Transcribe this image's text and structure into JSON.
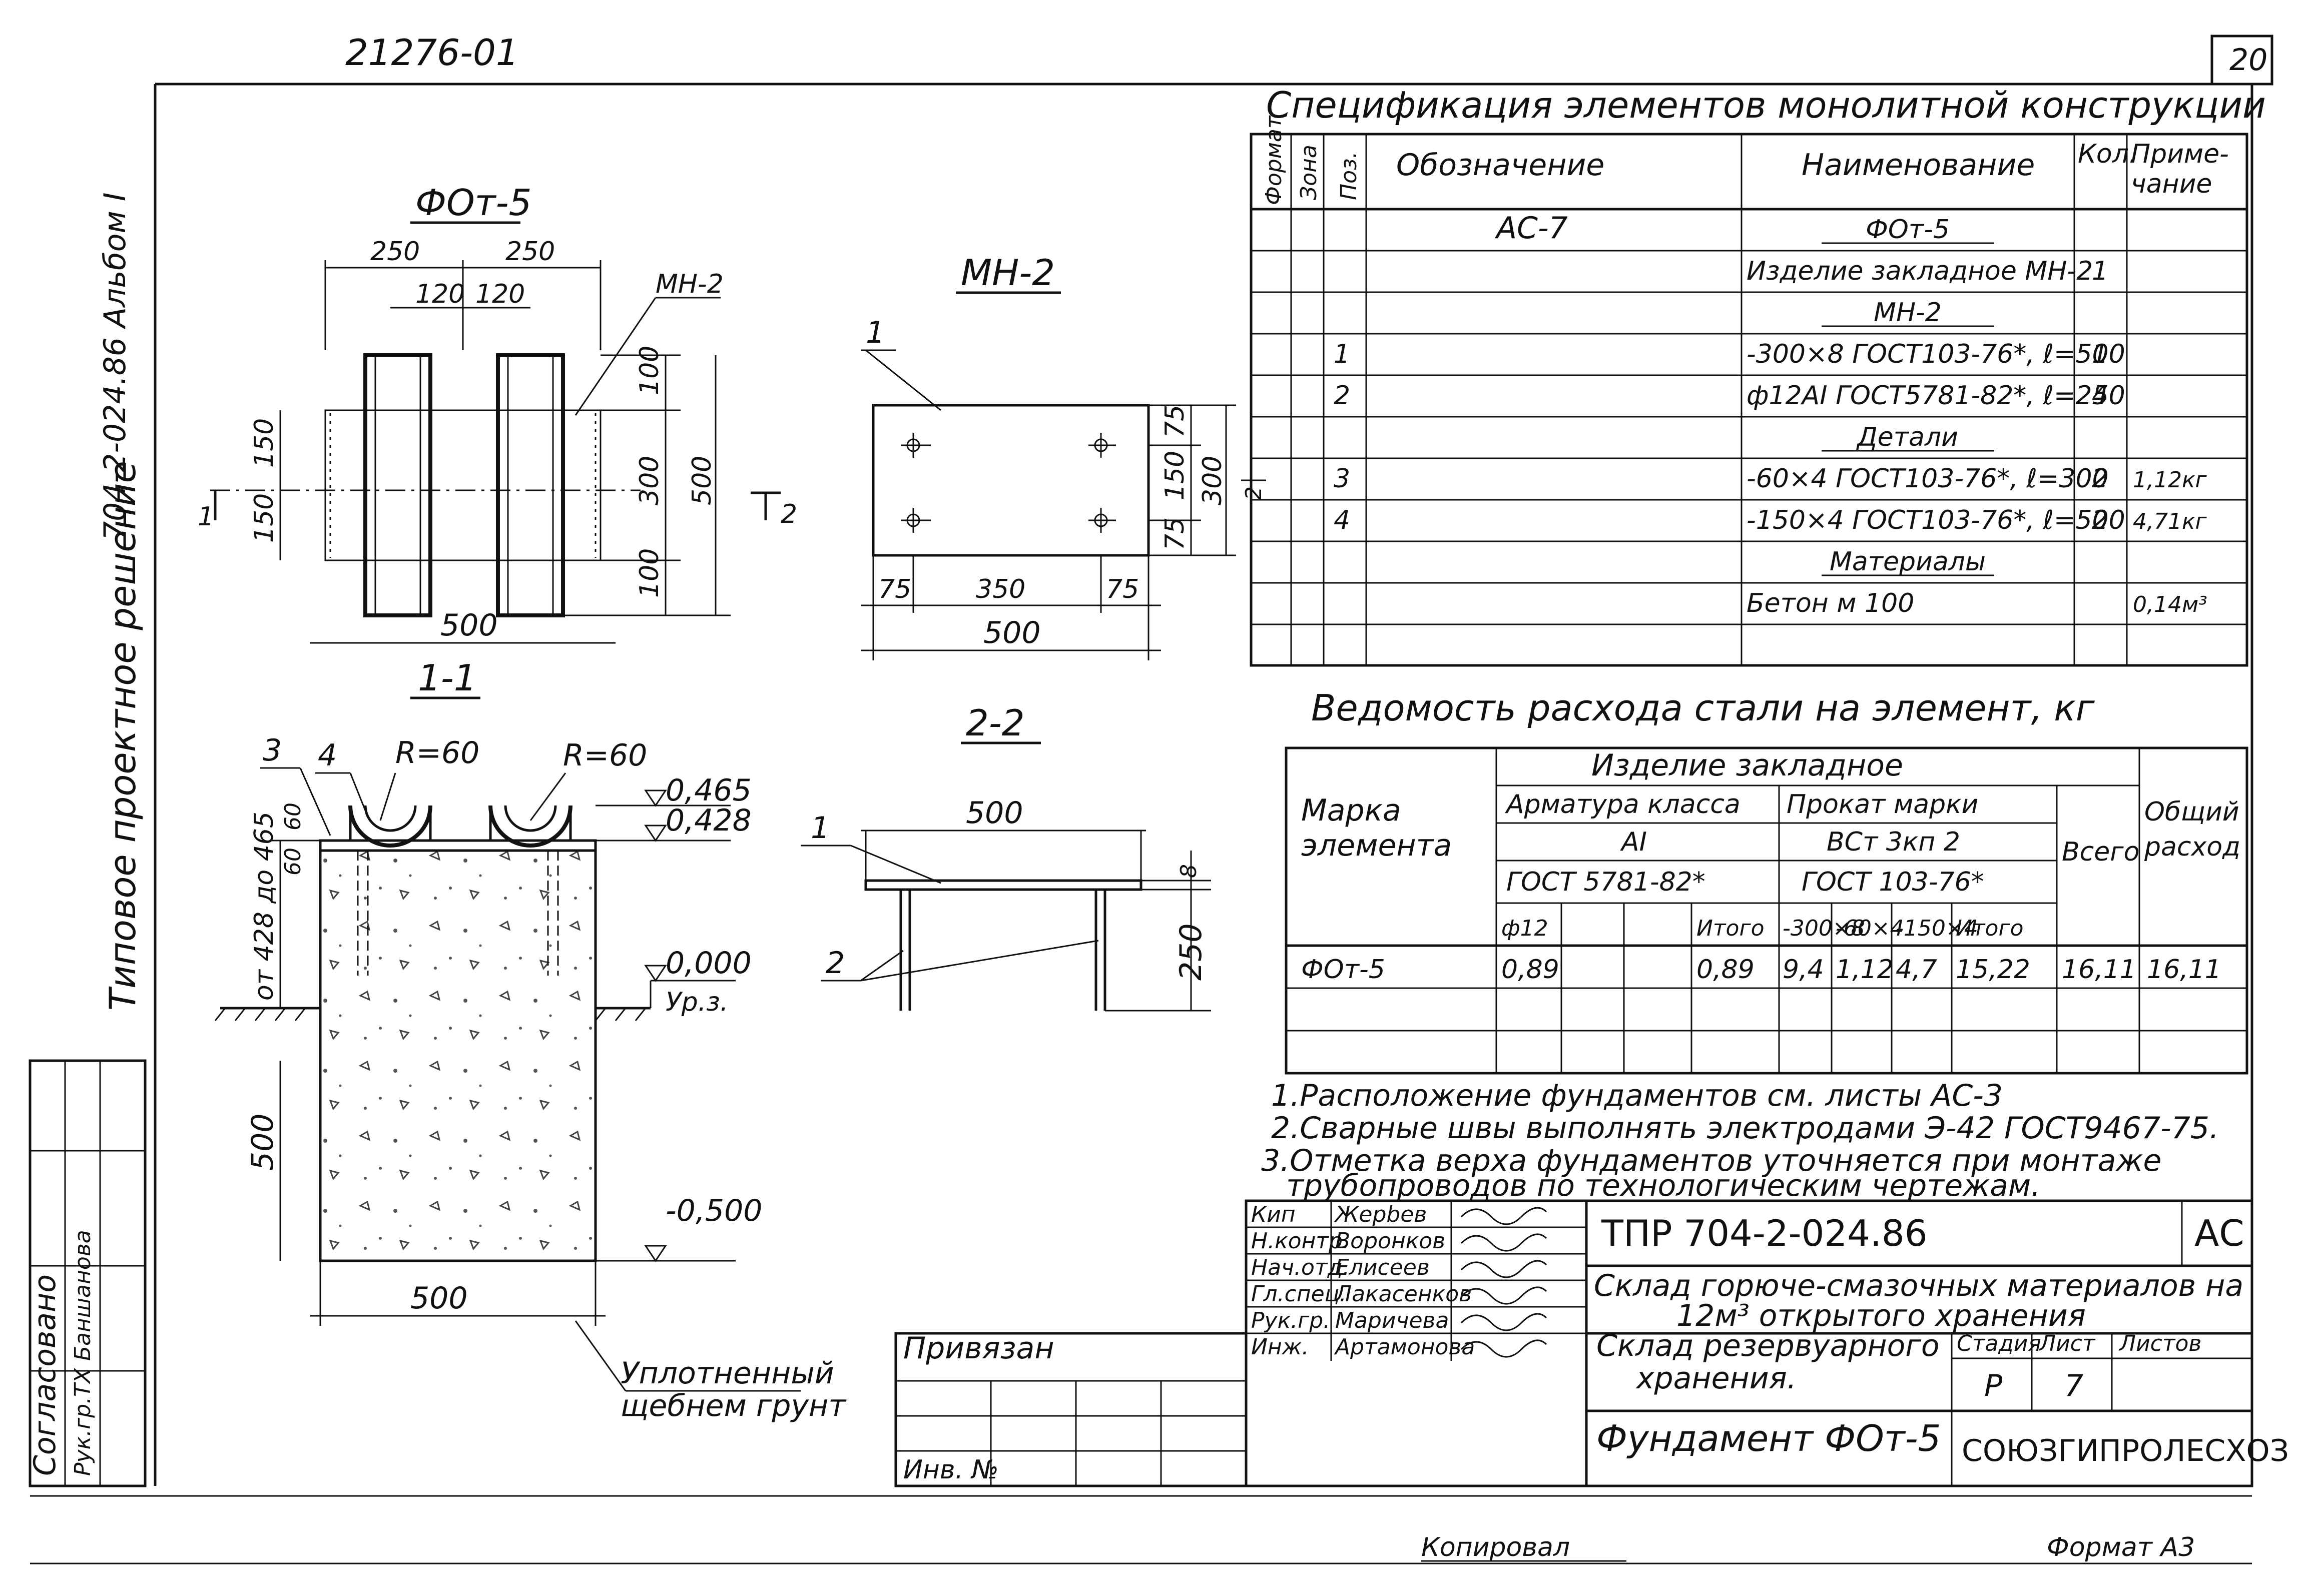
{
  "header": {
    "doc_code_top": "21276-01",
    "sheet_number": "20",
    "album_side": "704-2-024.86   Альбом I",
    "series_side": "Типовое проектное решение"
  },
  "plan_view": {
    "title": "ФОт-5",
    "dims": {
      "top_left": "250",
      "top_right": "250",
      "inner_left": "120",
      "inner_right": "120",
      "left_upper": "150",
      "left_lower": "150",
      "right_top": "100",
      "right_mid": "300",
      "right_bottom": "100",
      "overall_right": "500",
      "bottom": "500"
    },
    "leader_label": "МН-2",
    "section_mark": "1"
  },
  "section_marks": {
    "mark_2": "2"
  },
  "embedded_plate": {
    "title": "МН-2",
    "leader": "1",
    "dims": {
      "right_upper": "75",
      "right_mid": "150",
      "right_lower": "75",
      "right_total": "300",
      "bottom_left": "75",
      "bottom_mid": "350",
      "bottom_right": "75",
      "bottom_total": "500",
      "side_mark": "2"
    }
  },
  "section_1_1": {
    "title": "1-1",
    "leaders": {
      "pos3": "3",
      "pos4": "4",
      "r1": "R=60",
      "r2": "R=60"
    },
    "elevations": {
      "top1": "0,465",
      "top2": "0,428",
      "zero": "0,000",
      "zero_note": "Ур.з.",
      "bottom": "-0,500"
    },
    "left_dims": {
      "range": "от 428 до 465",
      "small": "60",
      "small2": "60",
      "height": "500"
    },
    "bottom_dim": "500",
    "soil_label_1": "Уплотненный",
    "soil_label_2": "щебнем грунт"
  },
  "section_2_2": {
    "title": "2-2",
    "top_dim": "500",
    "plate_thickness": "8",
    "height": "250",
    "leader1": "1",
    "leader2": "2"
  },
  "spec_table": {
    "title": "Спецификация элементов монолитной конструкции",
    "headers": [
      "Формат",
      "Зона",
      "Поз.",
      "Обозначение",
      "Наименование",
      "Кол.",
      "Приме-\nчание"
    ],
    "rows": [
      {
        "pos": "",
        "designation": "АС-7",
        "name": "ФОт-5",
        "qty": "",
        "note": "",
        "underline": true
      },
      {
        "pos": "",
        "designation": "",
        "name": "Изделие закладное МН-2",
        "qty": "1",
        "note": ""
      },
      {
        "pos": "",
        "designation": "",
        "name": "МН-2",
        "qty": "",
        "note": "",
        "underline": true
      },
      {
        "pos": "1",
        "designation": "",
        "name": "-300×8 ГОСТ103-76*, ℓ=500",
        "qty": "1",
        "note": ""
      },
      {
        "pos": "2",
        "designation": "",
        "name": "ф12АI ГОСТ5781-82*, ℓ=250",
        "qty": "4",
        "note": ""
      },
      {
        "pos": "",
        "designation": "",
        "name": "Детали",
        "qty": "",
        "note": "",
        "underline": true
      },
      {
        "pos": "3",
        "designation": "",
        "name": "-60×4 ГОСТ103-76*, ℓ=300",
        "qty": "2",
        "note": "1,12кг"
      },
      {
        "pos": "4",
        "designation": "",
        "name": "-150×4 ГОСТ103-76*, ℓ=500",
        "qty": "2",
        "note": "4,71кг"
      },
      {
        "pos": "",
        "designation": "",
        "name": "Материалы",
        "qty": "",
        "note": "",
        "underline": true
      },
      {
        "pos": "",
        "designation": "",
        "name": "Бетон м 100",
        "qty": "",
        "note": "0,14м³"
      },
      {
        "pos": "",
        "designation": "",
        "name": "",
        "qty": "",
        "note": ""
      }
    ]
  },
  "steel_table": {
    "title": "Ведомость расхода стали на элемент, кг",
    "h_mark": "Марка элемента",
    "h_product": "Изделие закладное",
    "h_rebar": "Арматура класса",
    "h_rebar_class": "АI",
    "h_rebar_gost": "ГОСТ 5781-82*",
    "h_rolled": "Прокат марки",
    "h_rolled_grade": "ВСт 3кп 2",
    "h_rolled_gost": "ГОСТ 103-76*",
    "h_total": "Всего",
    "h_overall": "Общий расход",
    "sub": [
      "ф12",
      "",
      "",
      "Итого",
      "-300×8",
      "-60×4",
      "-150×4",
      "Итого"
    ],
    "row": [
      "ФОт-5",
      "0,89",
      "",
      "",
      "0,89",
      "9,4",
      "1,12",
      "4,7",
      "15,22",
      "16,11",
      "16,11"
    ]
  },
  "notes": [
    "1.Расположение фундаментов см. листы АС-3",
    "2.Сварные швы выполнять электродами Э-42 ГОСТ9467-75.",
    "3.Отметка верха фундаментов уточняется при монтаже",
    "трубопроводов по технологическим чертежам."
  ],
  "title_block": {
    "staff": [
      {
        "role": "Кип",
        "name": "Жерbeв"
      },
      {
        "role": "Н.контр.",
        "name": "Воронков"
      },
      {
        "role": "Нач.отд.",
        "name": "Елисеев"
      },
      {
        "role": "Гл.спец.",
        "name": "Лакасенков"
      },
      {
        "role": "Рук.гр.",
        "name": "Маричева"
      },
      {
        "role": "Инж.",
        "name": "Артамонова"
      }
    ],
    "code": "ТПР 704-2-024.86",
    "mark": "АС",
    "project_line1": "Склад горюче-смазочных материалов на",
    "project_line2": "12м³ открытого хранения",
    "object_line1": "Склад резервуарного",
    "object_line2": "хранения.",
    "stage_h": "Стадия",
    "sheet_h": "Лист",
    "sheets_h": "Листов",
    "stage": "Р",
    "sheet": "7",
    "sheets": "",
    "drawing_name": "Фундамент ФОт-5",
    "org": "СОЮЗГИПРОЛЕСХОЗ",
    "bind_label": "Привязан",
    "inv_label": "Инв. №"
  },
  "approval": {
    "title": "Согласовано",
    "role": "Рук.гр.ТХ",
    "name": "Баншанова"
  },
  "footer": {
    "copied": "Копировал",
    "format": "Формат А3"
  }
}
